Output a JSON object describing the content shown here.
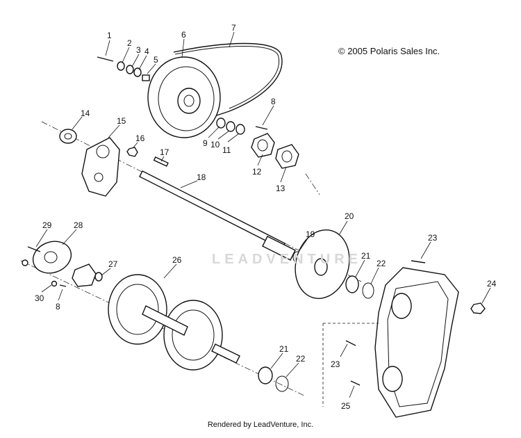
{
  "copyright": "© 2005 Polaris Sales Inc.",
  "render_credit": "Rendered by LeadVenture, Inc.",
  "watermark": "LEADVENTURE",
  "callouts": [
    "1",
    "2",
    "3",
    "4",
    "5",
    "6",
    "7",
    "8",
    "9",
    "10",
    "11",
    "12",
    "13",
    "14",
    "15",
    "16",
    "17",
    "18",
    "19",
    "20",
    "21",
    "22",
    "23",
    "24",
    "25",
    "26",
    "27",
    "28",
    "29",
    "30",
    "8",
    "21",
    "22",
    "23"
  ]
}
